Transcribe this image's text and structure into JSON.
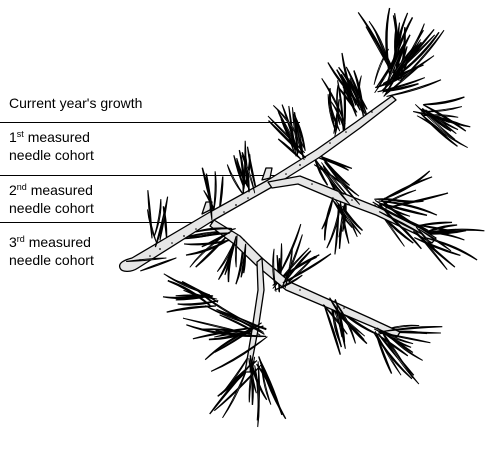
{
  "labels": {
    "current_growth": "Current year's growth",
    "cohort1": {
      "ordinal": "1",
      "suffix": "st",
      "line1_rest": " measured",
      "line2": "needle cohort"
    },
    "cohort2": {
      "ordinal": "2",
      "suffix": "nd",
      "line1_rest": " measured",
      "line2": "needle cohort"
    },
    "cohort3": {
      "ordinal": "3",
      "suffix": "rd",
      "line1_rest": " measured",
      "line2": "needle cohort"
    }
  },
  "colors": {
    "ink": "#000000",
    "background": "#ffffff",
    "bark": "#d9d9d9"
  },
  "illustration": "conifer-branch-drawing"
}
